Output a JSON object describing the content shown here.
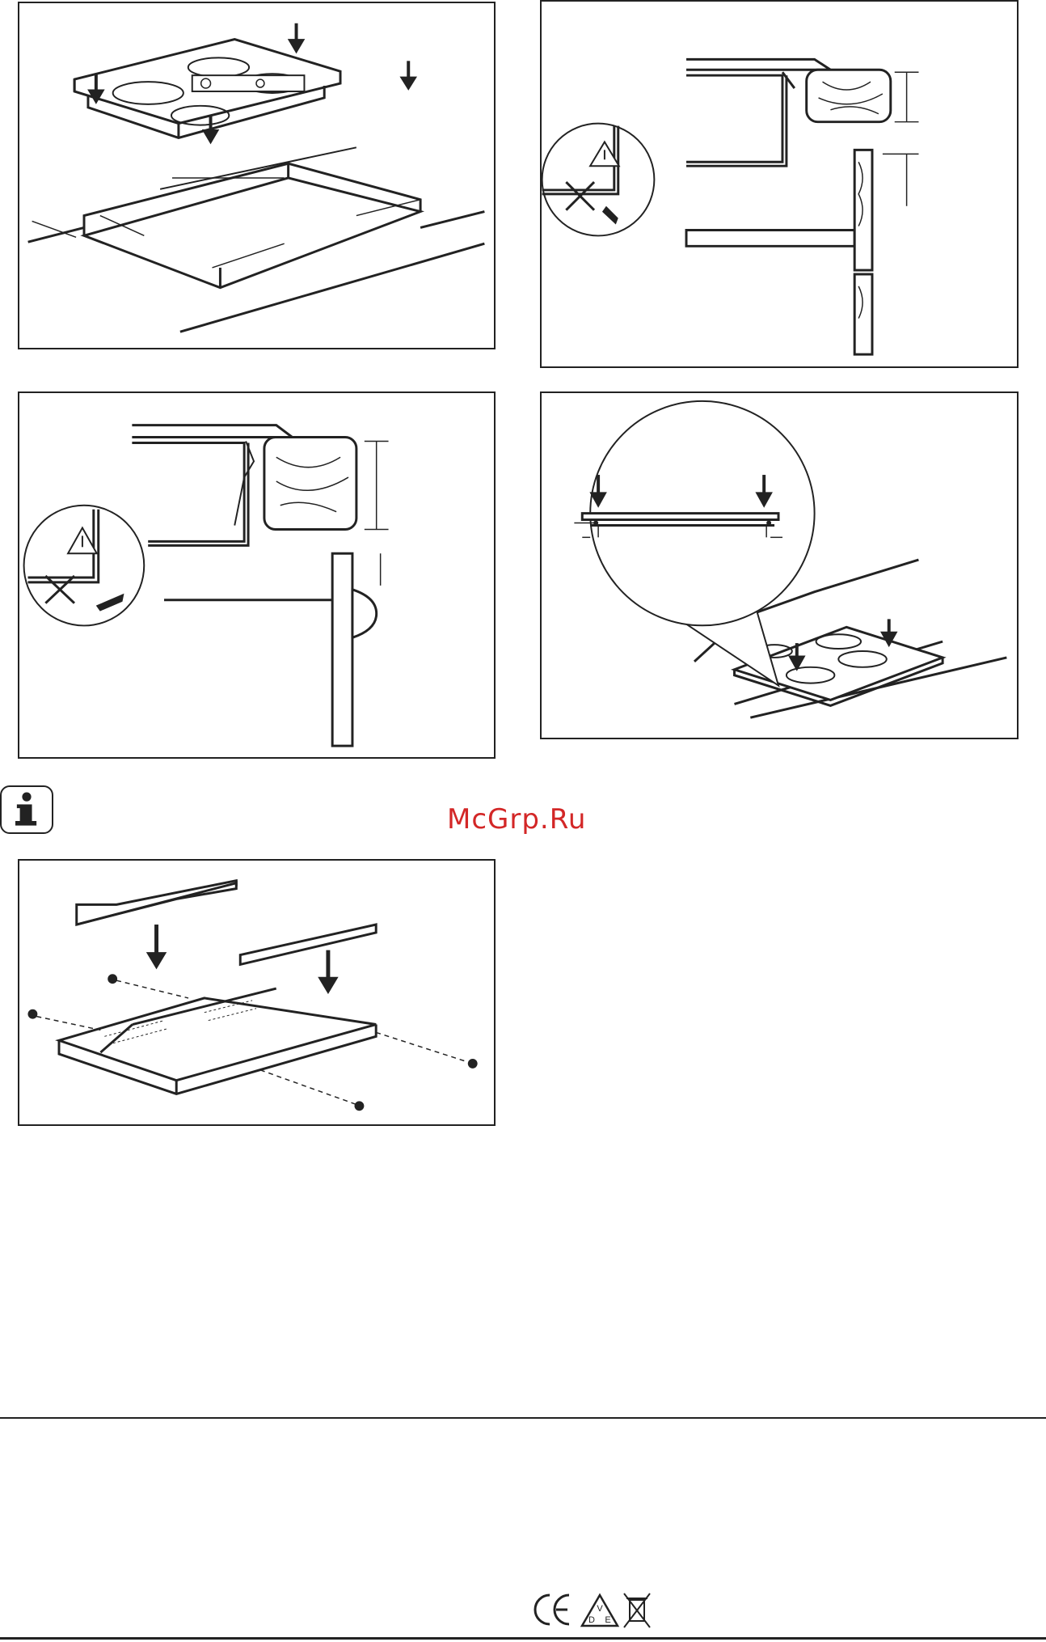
{
  "watermark": {
    "text": "McGrp.Ru",
    "color": "#d32727"
  },
  "icons": {
    "info": "info-icon",
    "warning": "warning-triangle-icon",
    "ce_mark": "ce-mark-icon",
    "vde_mark": "vde-mark-icon",
    "weee": "crossed-bin-icon"
  },
  "figures": [
    {
      "id": "hob-seal-fitting",
      "description_icon": "hob-seal-figure"
    },
    {
      "id": "worktop-cabinet-door",
      "description_icon": "cabinet-door-figure"
    },
    {
      "id": "worktop-drawer-knob",
      "description_icon": "drawer-figure"
    },
    {
      "id": "hob-press-down",
      "description_icon": "hob-press-figure"
    },
    {
      "id": "protection-box-assembly",
      "description_icon": "protection-box-figure"
    }
  ],
  "marks": {
    "vde_top": "V",
    "vde_left": "D",
    "vde_right": "E"
  },
  "colors": {
    "ink": "#222222",
    "wood": "#ffffff",
    "accent": "#d32727"
  }
}
